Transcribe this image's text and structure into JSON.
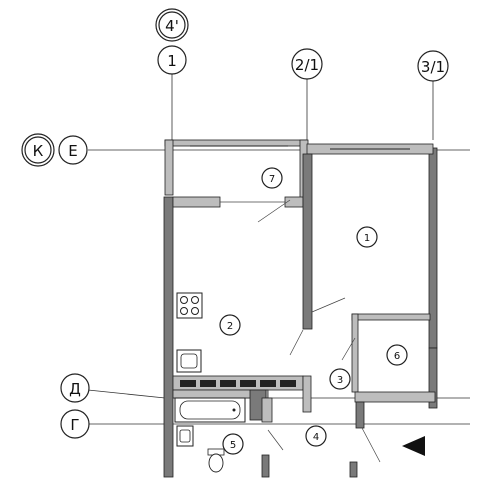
{
  "axes": {
    "vertical": [
      {
        "id": "axis-1",
        "label": "1",
        "extra_label": "4'"
      },
      {
        "id": "axis-2-1",
        "label": "2/1"
      },
      {
        "id": "axis-3-1",
        "label": "3/1"
      }
    ],
    "horizontal": [
      {
        "id": "axis-e",
        "label": "Е",
        "extra_label": "К"
      },
      {
        "id": "axis-d",
        "label": "Д"
      },
      {
        "id": "axis-g",
        "label": "Г"
      }
    ]
  },
  "rooms": [
    {
      "id": "room-1",
      "label": "1"
    },
    {
      "id": "room-2",
      "label": "2"
    },
    {
      "id": "room-3",
      "label": "3"
    },
    {
      "id": "room-4",
      "label": "4"
    },
    {
      "id": "room-5",
      "label": "5"
    },
    {
      "id": "room-6",
      "label": "6"
    },
    {
      "id": "room-7",
      "label": "7"
    }
  ],
  "entrance_marker_icon": "triangle-left-icon"
}
